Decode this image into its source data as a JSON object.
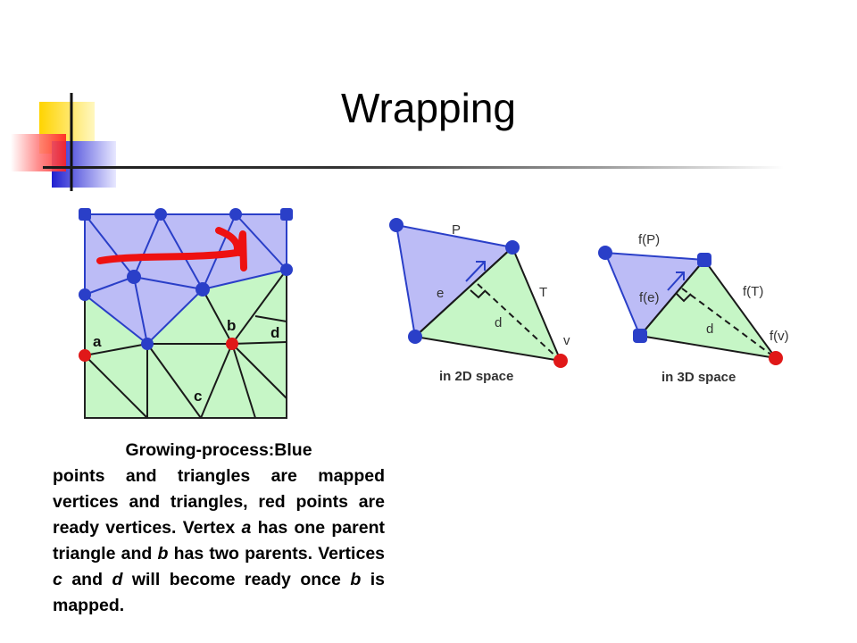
{
  "slide": {
    "title": "Wrapping"
  },
  "colors": {
    "mapped_blue": "#2a3fc8",
    "mapped_fill": "#bcbcf6",
    "ready_red": "#e01818",
    "unmapped_fill": "#c6f6c6",
    "stroke_red": "#ee1111"
  },
  "mesh_labels": {
    "a": "a",
    "b": "b",
    "c": "c",
    "d": "d"
  },
  "fig2d": {
    "label_P": "P",
    "label_T": "T",
    "label_e": "e",
    "label_d": "d",
    "label_v": "v",
    "caption": "in 2D space"
  },
  "fig3d": {
    "label_P": "f(P)",
    "label_T": "f(T)",
    "label_e": "f(e)",
    "label_d": "d",
    "label_v": "f(v)",
    "caption": "in 3D space"
  },
  "caption": {
    "lead": "Growing-process:Blue",
    "p1": " points and triangles are mapped vertices and triangles, red points are ready vertices. Vertex ",
    "a": "a",
    "p2": " has one parent triangle and ",
    "b": "b",
    "p3": " has two parents. Vertices ",
    "c": "c",
    "p4": " and ",
    "d": "d",
    "p5": " will become ready once ",
    "b2": "b",
    "p6": " is mapped."
  }
}
